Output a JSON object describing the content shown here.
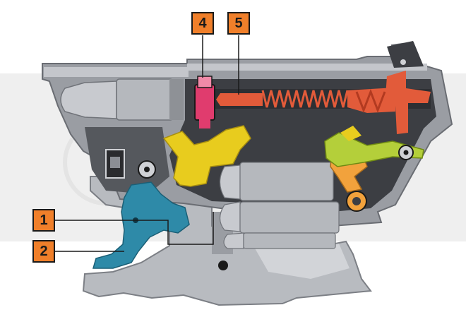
{
  "callouts": {
    "c1": "1",
    "c2": "2",
    "c4": "4",
    "c5": "5"
  },
  "colors": {
    "frame": "#9a9da3",
    "frame_dark": "#3c3e43",
    "frame_light": "#c4c6cb",
    "cartridge": "#b5b8bd",
    "trigger": "#2e8aa8",
    "hammer_bar": "#e8cc1e",
    "striker_block": "#e03c6e",
    "spring": "#e25b3a",
    "sear": "#f2a23c",
    "lever": "#b4cf3a",
    "callout_fill": "#f07f2a",
    "watermark_band": "#efefef"
  }
}
